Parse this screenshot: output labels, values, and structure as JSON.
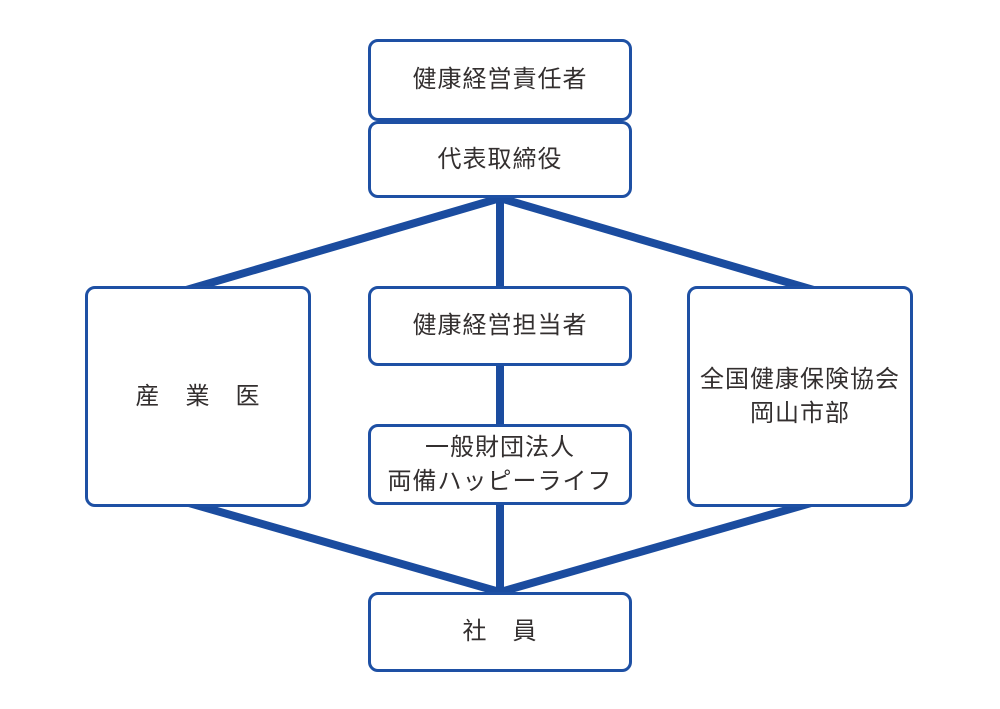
{
  "diagram": {
    "type": "org-chart",
    "language": "ja",
    "colors": {
      "edge_line": "#1b4c9f",
      "box_border": "#1e50a4",
      "box_fill": "#ffffff",
      "text": "#332f2f",
      "background": "#ffffff"
    },
    "nodes": {
      "responsible": {
        "label": "健康経営責任者"
      },
      "ceo": {
        "label": "代表取締役"
      },
      "manager": {
        "label": "健康経営担当者"
      },
      "foundation": {
        "line1": "一般財団法人",
        "line2": "両備ハッピーライフ"
      },
      "physician": {
        "label": "産　業　医"
      },
      "insurance": {
        "line1": "全国健康保険協会",
        "line2": "岡山市部"
      },
      "employees": {
        "label": "社　員"
      }
    },
    "edges": [
      {
        "from": "代表取締役",
        "to": "産業医"
      },
      {
        "from": "代表取締役",
        "to": "健康経営担当者"
      },
      {
        "from": "代表取締役",
        "to": "全国健康保険協会 岡山市部"
      },
      {
        "from": "健康経営担当者",
        "to": "一般財団法人 両備ハッピーライフ"
      },
      {
        "from": "産業医",
        "to": "社員"
      },
      {
        "from": "一般財団法人 両備ハッピーライフ",
        "to": "社員"
      },
      {
        "from": "全国健康保険協会 岡山市部",
        "to": "社員"
      }
    ]
  }
}
